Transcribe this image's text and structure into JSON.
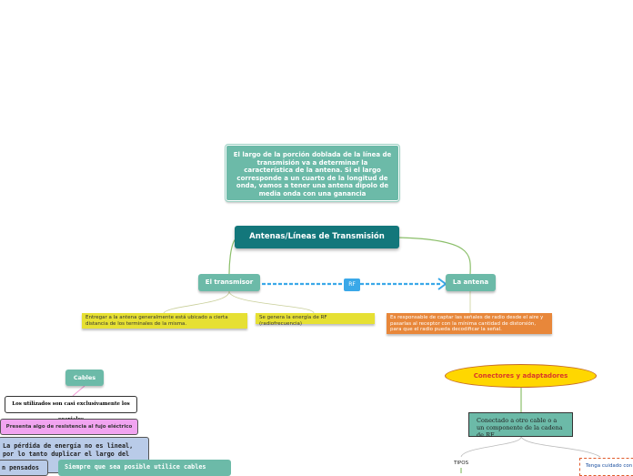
{
  "description_box": "El largo de la porción doblada de la línea de transmisión va a determinar la característica de la antena. Si el largo corresponde a un cuarto de la longitud de onda, vamos a tener una antena dipolo de media onda con una ganancia",
  "central_topic": "Antenas/Líneas de Transmisión",
  "transmitter": {
    "label": "El transmisor",
    "note_1": "Entregar a la antena generalmente está ubicado a cierta distancia de los terminales de la misma.",
    "note_2": "Se genera la energía de RF (radiofrecuencia)"
  },
  "rf_label": "RF",
  "antenna": {
    "label": "La antena",
    "note": "Es responsable de captar las señales de radio desde el aire y pasarlas al receptor con la mínima cantidad de distorsión, para que el radio pueda decodificar la señal."
  },
  "cables": {
    "label": "Cables",
    "coax_note": "Los utilizados son casi exclusivamente los coaxiales",
    "resistance_note": "Presenta algo de resistencia al fujo eléctrico",
    "loss_note": "La pérdida de energía no es lineal, por lo tanto duplicar el largo del",
    "partial_note": "n pensados",
    "tip_note": "Siempre que sea posible utilice cables"
  },
  "connectors": {
    "label": "Conectores y adaptadores",
    "sub_label": "Conectado a otro cable o a un componente de la cadena de RF",
    "types_label": "TIPOS",
    "care_note": "Tenga cuidado con"
  },
  "colors": {
    "teal": "#6cbaa8",
    "dark_teal": "#13777b",
    "rf_blue": "#3aa8e8",
    "yellow": "#e6e033",
    "orange": "#e8873a",
    "pink": "#f1a4f0",
    "gold": "#ffd700",
    "lavender": "#b9cbe8"
  }
}
